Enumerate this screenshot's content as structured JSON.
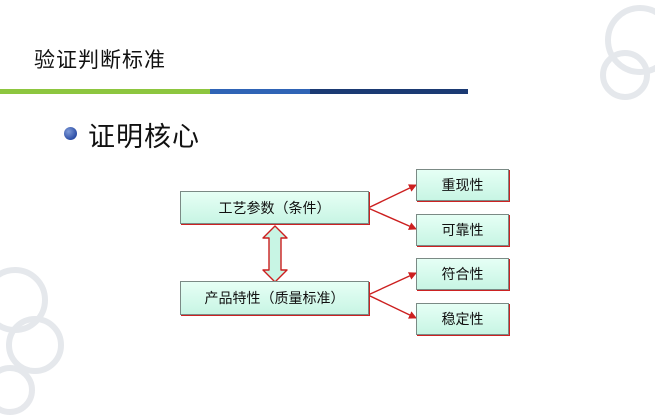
{
  "header": {
    "title": "验证判断标准"
  },
  "bullet": {
    "text": "证明核心"
  },
  "diagram": {
    "sources": [
      {
        "label": "工艺参数（条件）"
      },
      {
        "label": "产品特性（质量标准）"
      }
    ],
    "targets": [
      {
        "label": "重现性"
      },
      {
        "label": "可靠性"
      },
      {
        "label": "符合性"
      },
      {
        "label": "稳定性"
      }
    ]
  },
  "colors": {
    "bar_green": "#8dc63f",
    "bar_blue": "#2f64b6",
    "bar_navy": "#1b3a73",
    "box_fill": "#d4f9ec",
    "arrow_red": "#cc1f1f"
  }
}
